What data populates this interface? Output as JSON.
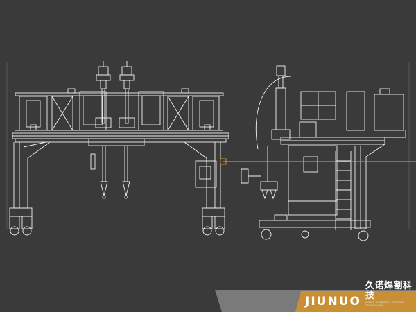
{
  "brand": {
    "latin": "JIUNUO",
    "chinese": "久诺焊割科技",
    "tagline": "JIUNUO WELDING & CUTTING TECHNOLOGY"
  },
  "colors": {
    "background": "#3a3a3a",
    "line": "#f2f2f2",
    "accent": "#c8913c",
    "footer_panel": "#7a7a7a",
    "footer_band": "#c98f35"
  }
}
